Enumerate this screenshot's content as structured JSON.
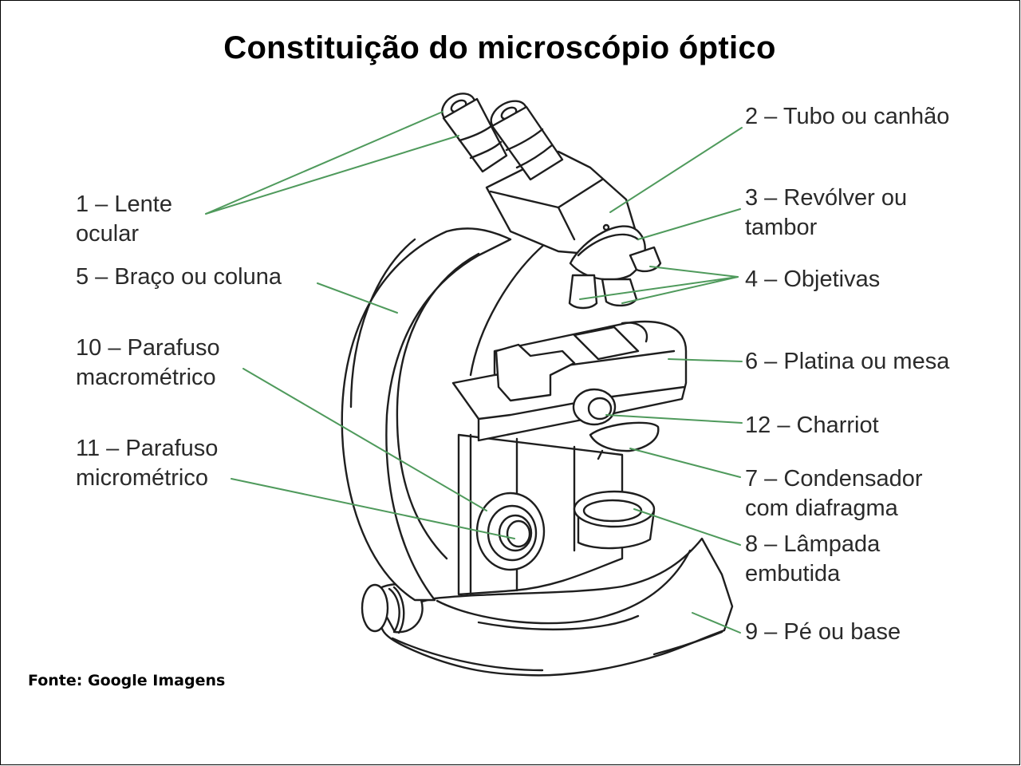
{
  "title": "Constituição do microscópio óptico",
  "source": "Fonte: Google Imagens",
  "colors": {
    "leader_line": "#4f9a5c",
    "ink": "#1e1e1e",
    "label_text": "#2a2a2a",
    "background": "#ffffff"
  },
  "labels": {
    "l1": {
      "number": "1",
      "line1": "1 – Lente",
      "line2": "ocular",
      "part": "Lente ocular"
    },
    "l2": {
      "number": "2",
      "line1": "2 – Tubo ou canhão",
      "part": "Tubo ou canhão"
    },
    "l3": {
      "number": "3",
      "line1": "3 – Revólver ou",
      "line2": "tambor",
      "part": "Revólver ou tambor"
    },
    "l4": {
      "number": "4",
      "line1": "4 – Objetivas",
      "part": "Objetivas"
    },
    "l5": {
      "number": "5",
      "line1": "5 – Braço ou coluna",
      "part": "Braço ou coluna"
    },
    "l6": {
      "number": "6",
      "line1": "6 – Platina ou mesa",
      "part": "Platina ou mesa"
    },
    "l7": {
      "number": "7",
      "line1": "7 – Condensador",
      "line2": "com diafragma",
      "part": "Condensador com diafragma"
    },
    "l8": {
      "number": "8",
      "line1": "8 – Lâmpada",
      "line2": "embutida",
      "part": "Lâmpada embutida"
    },
    "l9": {
      "number": "9",
      "line1": "9 – Pé ou base",
      "part": "Pé ou base"
    },
    "l10": {
      "number": "10",
      "line1": "10 – Parafuso",
      "line2": "macrométrico",
      "part": "Parafuso macrométrico"
    },
    "l11": {
      "number": "11",
      "line1": "11 – Parafuso",
      "line2": "micrométrico",
      "part": "Parafuso micrométrico"
    },
    "l12": {
      "number": "12",
      "line1": "12 – Charriot",
      "part": "Charriot"
    }
  }
}
